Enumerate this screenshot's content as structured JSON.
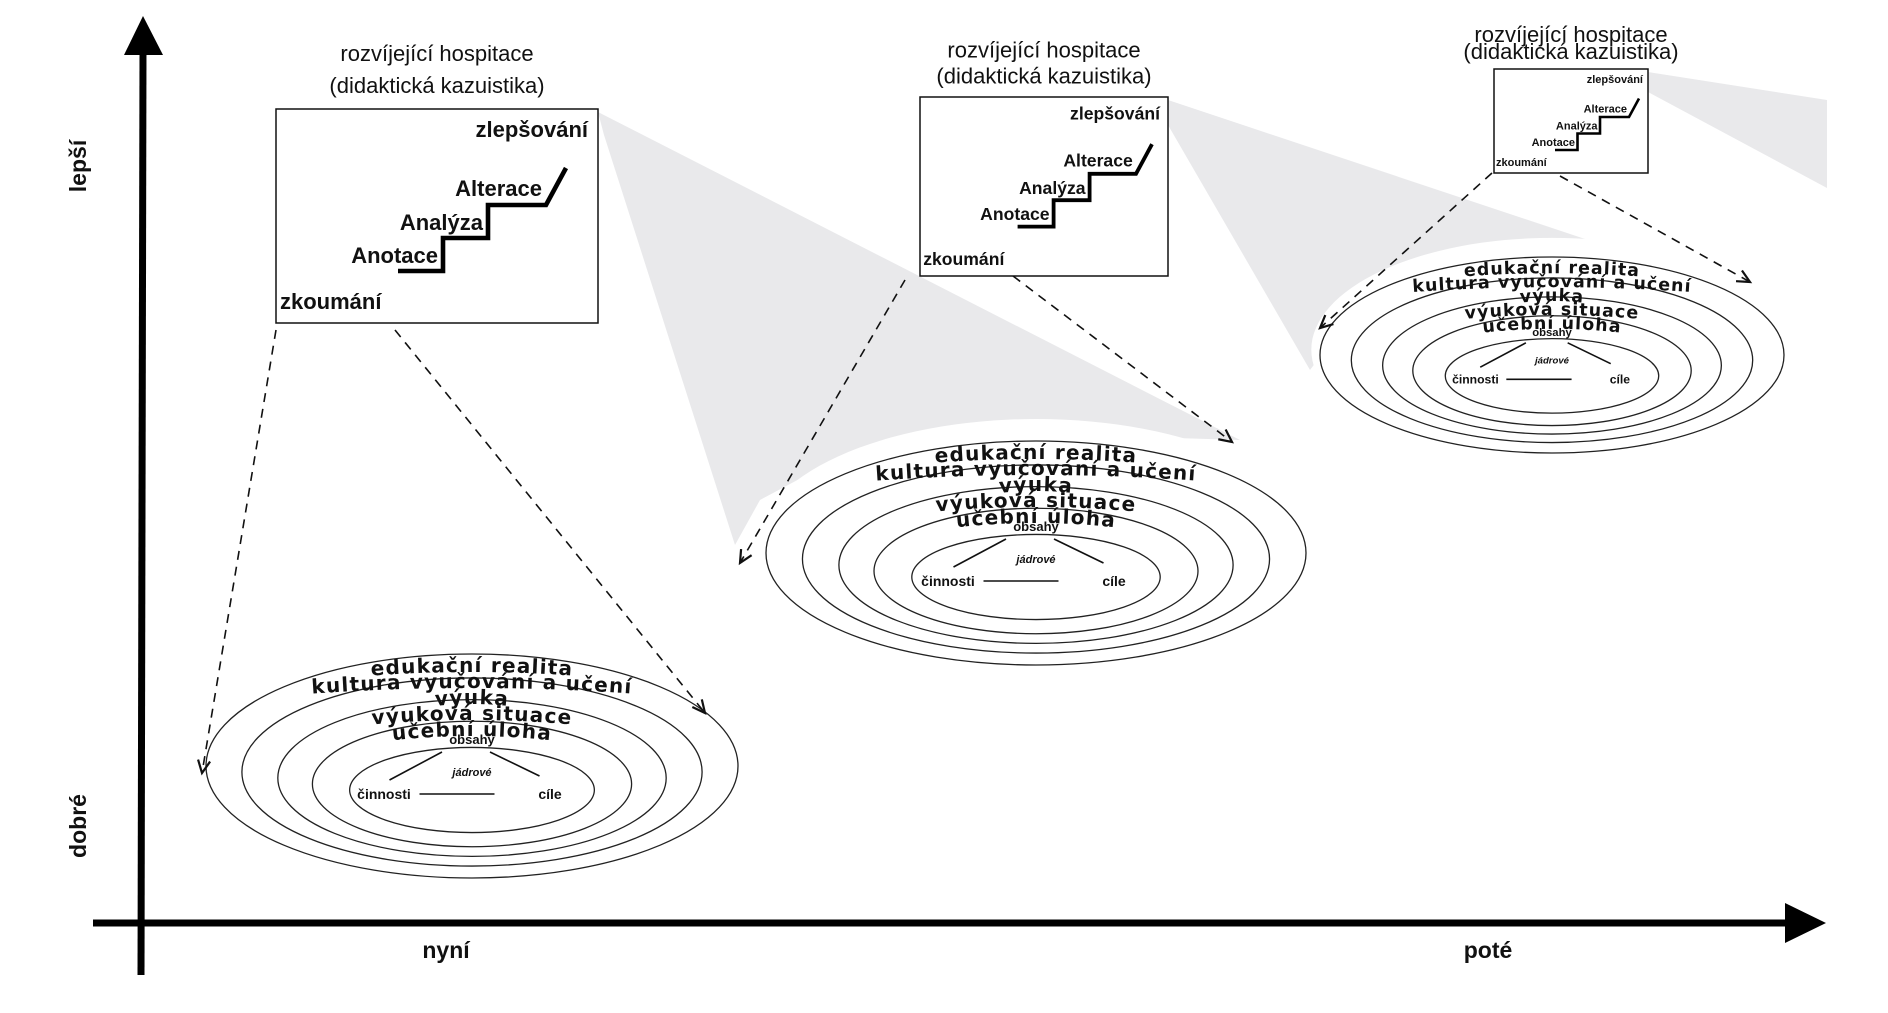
{
  "axes": {
    "y_axis": {
      "top_label": "lepší",
      "bottom_label": "dobré"
    },
    "x_axis": {
      "left_label": "nyní",
      "right_label": "poté"
    }
  },
  "colors": {
    "ink": "#111111",
    "wedge": "#e9e9eb",
    "background": "#ffffff"
  },
  "panel_text": {
    "title_line1": "rozvíjející hospitace",
    "title_line2": "(didaktická kazuistika)",
    "top_label": "zlepšování",
    "bottom_label": "zkoumání",
    "steps": [
      "Anotace",
      "Analýza",
      "Alterace"
    ]
  },
  "rings_text": {
    "layers": [
      "edukační realita",
      "kultura vyučování a učení",
      "výuka",
      "výuková situace",
      "učební úloha"
    ],
    "core_top": "obsahy",
    "core_center": "jádrové",
    "core_left": "činnosti",
    "core_right": "cíle"
  },
  "panels": [
    {
      "id": "now",
      "label": "nyní"
    },
    {
      "id": "middle",
      "label": ""
    },
    {
      "id": "later",
      "label": "poté"
    }
  ]
}
